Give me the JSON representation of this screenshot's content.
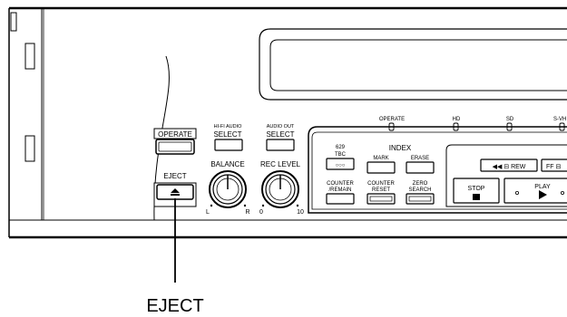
{
  "labels": {
    "operate_button": "OPERATE",
    "hifi_audio_small": "HI-FI AUDIO",
    "hifi_select": "SELECT",
    "audio_out_small": "AUDIO OUT",
    "audio_out_select": "SELECT",
    "eject_panel": "EJECT",
    "balance": "BALANCE",
    "rec_level": "REC LEVEL",
    "balance_left": "L",
    "balance_right": "R",
    "rec_min": "0",
    "rec_max": "10",
    "led_operate": "OPERATE",
    "led_hd": "HD",
    "led_sd": "SD",
    "led_svhs": "S-VH",
    "tbc_629": "629",
    "tbc": "TBC",
    "tbc_dots": "○○○",
    "index": "INDEX",
    "mark": "MARK",
    "erase": "ERASE",
    "counter_remain_1": "COUNTER",
    "counter_remain_2": "/REMAIN",
    "counter_reset_1": "COUNTER",
    "counter_reset_2": "RESET",
    "zero_search_1": "ZERO",
    "zero_search_2": "SEARCH",
    "rew": "◀◀ ⊟ REW",
    "ff": "FF ⊟",
    "stop": "STOP",
    "play": "PLAY",
    "callout": "EJECT"
  }
}
